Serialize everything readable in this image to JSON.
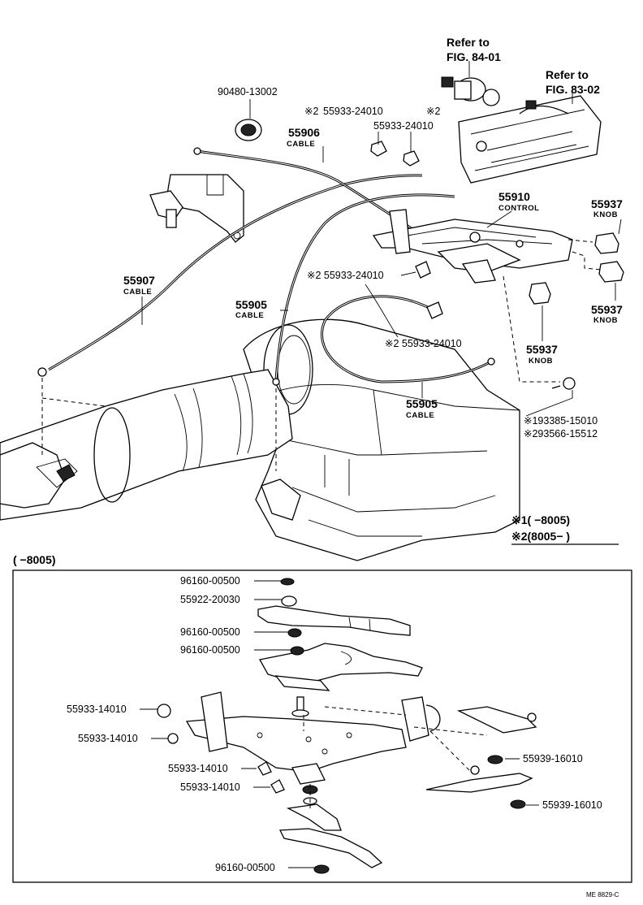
{
  "upper": {
    "refer_84": {
      "line1": "Refer to",
      "line2": "FIG. 84-01"
    },
    "refer_83": {
      "line1": "Refer to",
      "line2": "FIG. 83-02"
    },
    "p_90480": "90480-13002",
    "p_55933_a_mark": "※2",
    "p_55933_a": "55933-24010",
    "p_55933_b_mark": "※2",
    "p_55933_b": "55933-24010",
    "p_55906": {
      "num": "55906",
      "word": "CABLE"
    },
    "p_55910": {
      "num": "55910",
      "word": "CONTROL"
    },
    "p_55937_a": {
      "num": "55937",
      "word": "KNOB"
    },
    "p_55937_b": {
      "num": "55937",
      "word": "KNOB"
    },
    "p_55937_c": {
      "num": "55937",
      "word": "KNOB"
    },
    "p_55907": {
      "num": "55907",
      "word": "CABLE"
    },
    "p_55905_a": {
      "num": "55905",
      "word": "CABLE"
    },
    "p_55905_b": {
      "num": "55905",
      "word": "CABLE"
    },
    "p_55933_c": "※2 55933-24010",
    "p_55933_d": "※2 55933-24010",
    "p_193385": "※193385-15010",
    "p_293566": "※293566-15512",
    "legend_1": "※1(      −8005)",
    "legend_2": "※2(8005−      )"
  },
  "lower": {
    "title": "(      −8005)",
    "p_96160_a": "96160-00500",
    "p_55922": "55922-20030",
    "p_96160_b": "96160-00500",
    "p_96160_c": "96160-00500",
    "p_55933_14010_a": "55933-14010",
    "p_55933_14010_b": "55933-14010",
    "p_55933_14010_c": "55933-14010",
    "p_55933_14010_d": "55933-14010",
    "p_55939_a": "55939-16010",
    "p_55939_b": "55939-16010",
    "p_96160_d": "96160-00500"
  },
  "footer": {
    "code": "ME  8829-C"
  }
}
